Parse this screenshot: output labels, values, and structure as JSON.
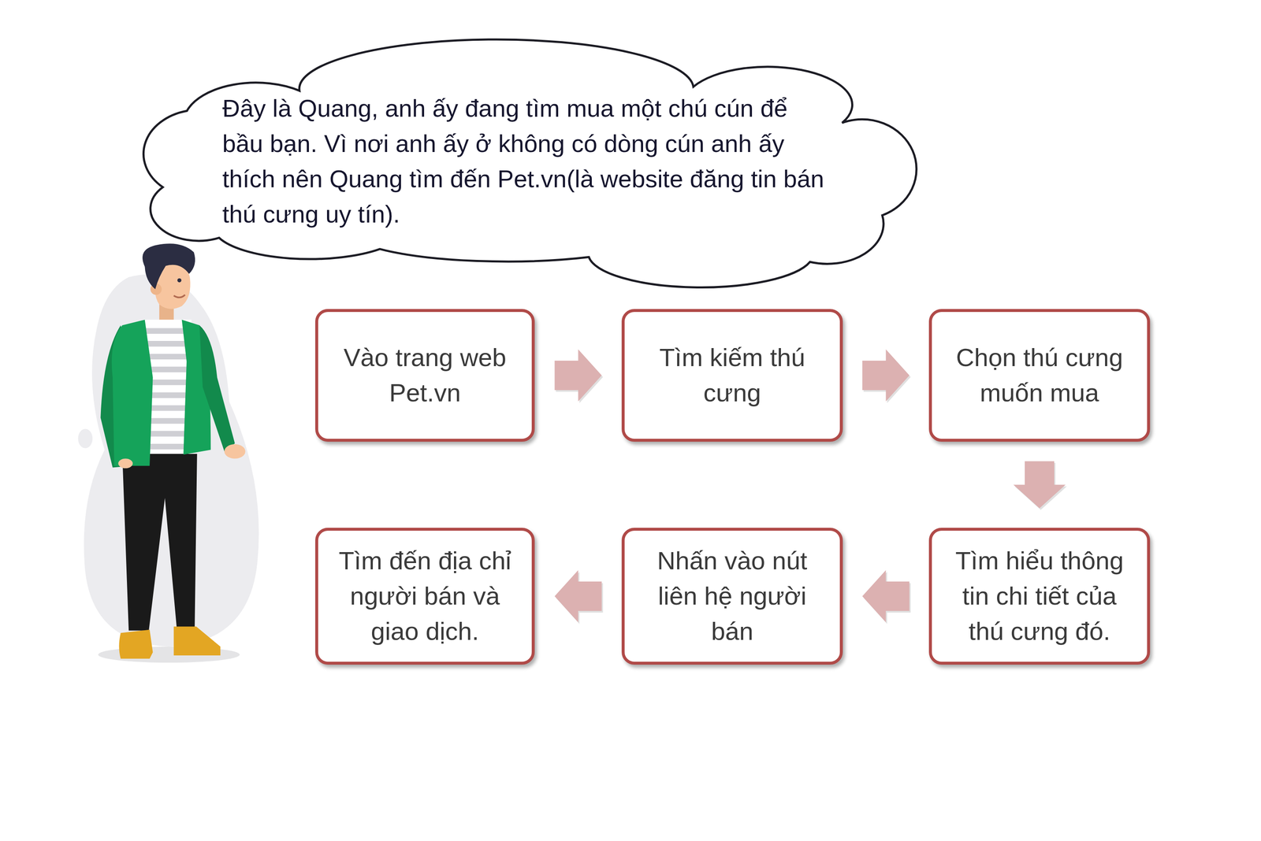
{
  "diagram": {
    "nodes": [
      {
        "text": [
          "Đây là Quang, anh ấy đang tìm mua một chú cún để bầu bạn. Vì nơi anh ấy ở không có dòng cún anh ấy thích nên Quang tìm đến Pet.vn(là website đăng tin bán thú cưng uy tín)."
        ]
      },
      {
        "text": [
          "Vào trang web Pet.vn"
        ]
      },
      {
        "text": [
          "Tìm kiếm thú cưng"
        ]
      },
      {
        "text": [
          "Chọn thú cưng muốn mua"
        ]
      },
      {
        "text": [
          "Tìm hiểu thông tin chi tiết của thú cưng đó."
        ]
      },
      {
        "text": [
          "Nhấn vào nút liên hệ người bán"
        ]
      },
      {
        "text": [
          "Tìm đến địa chỉ người bán và giao dịch."
        ]
      }
    ],
    "edges": [
      {
        "from": 1,
        "to": 2,
        "arrow": "to"
      },
      {
        "from": 2,
        "to": 3,
        "arrow": "to"
      },
      {
        "from": 3,
        "to": 4,
        "arrow": "to"
      },
      {
        "from": 4,
        "to": 5,
        "arrow": "to"
      },
      {
        "from": 5,
        "to": 6,
        "arrow": "to"
      }
    ]
  }
}
